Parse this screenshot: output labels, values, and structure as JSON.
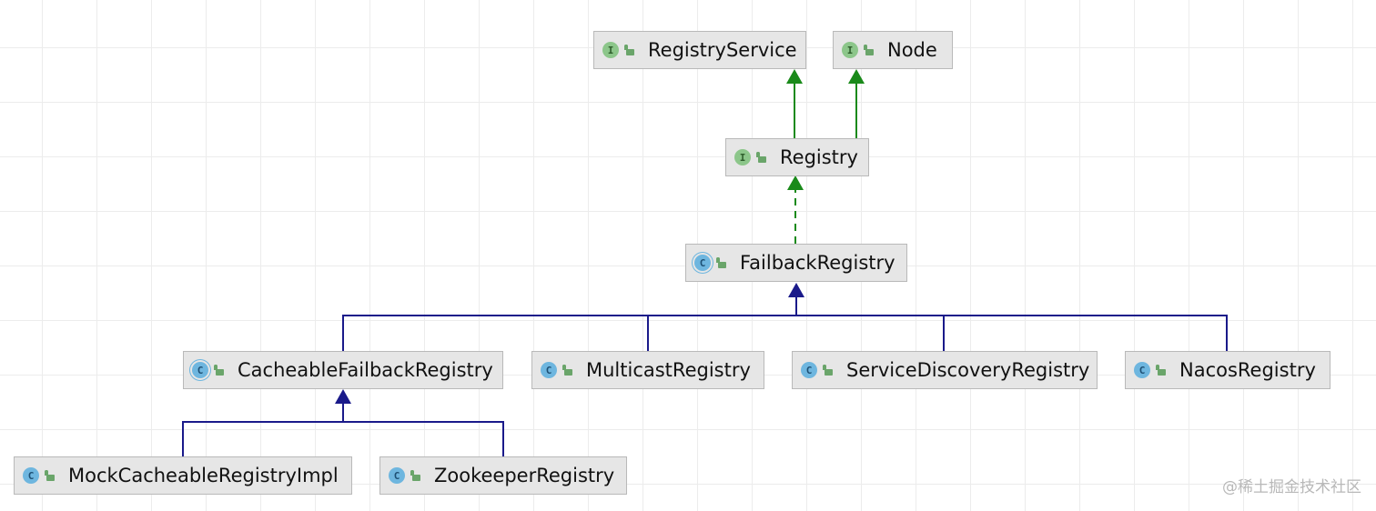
{
  "diagram": {
    "nodes": {
      "registry_service": {
        "label": "RegistryService",
        "kind": "interface",
        "kind_letter": "I"
      },
      "node": {
        "label": "Node",
        "kind": "interface",
        "kind_letter": "I"
      },
      "registry": {
        "label": "Registry",
        "kind": "interface",
        "kind_letter": "I"
      },
      "failback_registry": {
        "label": "FailbackRegistry",
        "kind": "abstract-class",
        "kind_letter": "C"
      },
      "cacheable_failback_registry": {
        "label": "CacheableFailbackRegistry",
        "kind": "abstract-class",
        "kind_letter": "C"
      },
      "multicast_registry": {
        "label": "MulticastRegistry",
        "kind": "class",
        "kind_letter": "C"
      },
      "service_discovery_registry": {
        "label": "ServiceDiscoveryRegistry",
        "kind": "class",
        "kind_letter": "C"
      },
      "nacos_registry": {
        "label": "NacosRegistry",
        "kind": "class",
        "kind_letter": "C"
      },
      "mock_cacheable_registry_impl": {
        "label": "MockCacheableRegistryImpl",
        "kind": "class",
        "kind_letter": "C"
      },
      "zookeeper_registry": {
        "label": "ZookeeperRegistry",
        "kind": "class",
        "kind_letter": "C"
      }
    },
    "edges": [
      {
        "from": "Registry",
        "to": "RegistryService",
        "relation": "extends"
      },
      {
        "from": "Registry",
        "to": "Node",
        "relation": "extends"
      },
      {
        "from": "FailbackRegistry",
        "to": "Registry",
        "relation": "implements"
      },
      {
        "from": "CacheableFailbackRegistry",
        "to": "FailbackRegistry",
        "relation": "extends"
      },
      {
        "from": "MulticastRegistry",
        "to": "FailbackRegistry",
        "relation": "extends"
      },
      {
        "from": "ServiceDiscoveryRegistry",
        "to": "FailbackRegistry",
        "relation": "extends"
      },
      {
        "from": "NacosRegistry",
        "to": "FailbackRegistry",
        "relation": "extends"
      },
      {
        "from": "MockCacheableRegistryImpl",
        "to": "CacheableFailbackRegistry",
        "relation": "extends"
      },
      {
        "from": "ZookeeperRegistry",
        "to": "CacheableFailbackRegistry",
        "relation": "extends"
      }
    ],
    "colors": {
      "interface_edge": "#1a8a1a",
      "class_edge": "#1a1a8a",
      "node_fill": "#e6e6e6",
      "node_border": "#b9b9b9",
      "interface_icon": "#8cc68a",
      "class_icon": "#6eb6df",
      "access_icon": "#6aa56a"
    },
    "icons": {
      "interface": "interface-icon",
      "class": "class-icon",
      "abstract_class": "abstract-class-icon",
      "access": "lock-icon"
    }
  },
  "watermark": {
    "text": "@稀土掘金技术社区"
  }
}
